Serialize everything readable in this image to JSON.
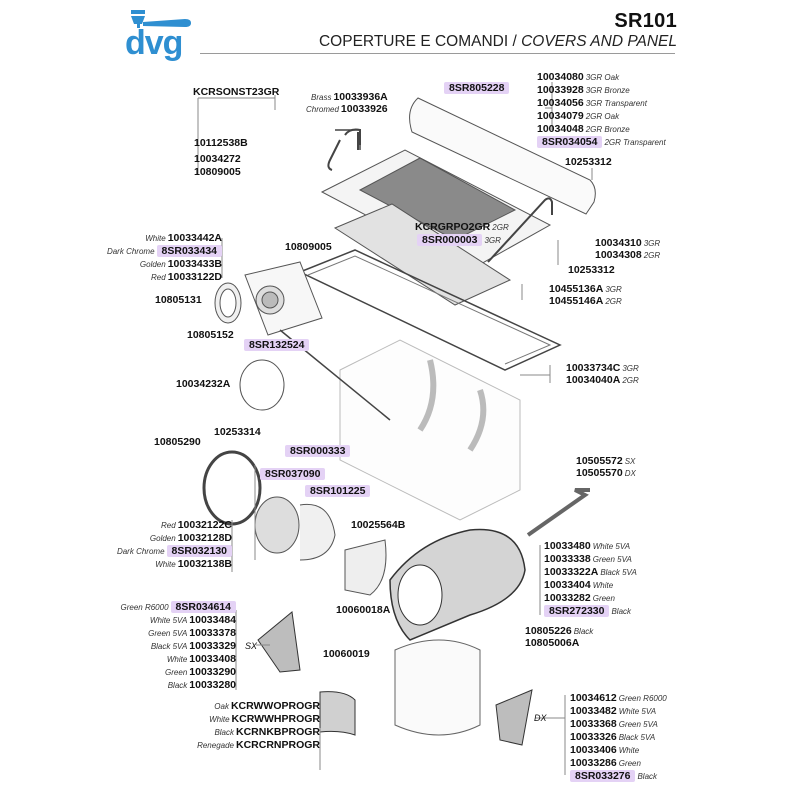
{
  "header": {
    "brand": "dvg",
    "brand_color": "#2f8fd1",
    "model": "SR101",
    "title_it": "COPERTURE E COMANDI /",
    "title_en": "COVERS AND PANEL",
    "highlight_color": "#e4d2f5"
  },
  "parts": {
    "kcrsonst": "KCRSONST23GR",
    "p10112538B": "10112538B",
    "p10034272": "10034272",
    "p10809005a": "10809005",
    "brass_note": "Brass",
    "brass": "10033936A",
    "chromed_note": "Chromed",
    "chromed": "10033926",
    "screw_top": "8SR805228",
    "panel_list": [
      {
        "code": "10034080",
        "note": "3GR Oak"
      },
      {
        "code": "10033928",
        "note": "3GR Bronze"
      },
      {
        "code": "10034056",
        "note": "3GR Transparent"
      },
      {
        "code": "10034079",
        "note": "2GR Oak"
      },
      {
        "code": "10034048",
        "note": "2GR Bronze"
      },
      {
        "code": "8SR034054",
        "note": "2GR Transparent",
        "highlight": true
      }
    ],
    "p10253312a": "10253312",
    "grid_2gr": "KCRGRPO2GR",
    "grid_2gr_note": "2GR",
    "grid_3gr": "8SR000003",
    "grid_3gr_note": "3GR",
    "p10809005b": "10809005",
    "rail_3gr": "10034310",
    "rail_3gr_note": "3GR",
    "rail_2gr": "10034308",
    "rail_2gr_note": "2GR",
    "p10253312b": "10253312",
    "mat_3gr": "10455136A",
    "mat_3gr_note": "3GR",
    "mat_2gr": "10455146A",
    "mat_2gr_note": "2GR",
    "knob_list": [
      {
        "note": "White",
        "code": "10033442A"
      },
      {
        "note": "Dark Chrome",
        "code": "8SR033434",
        "highlight": true
      },
      {
        "note": "Golden",
        "code": "10033433B"
      },
      {
        "note": "Red",
        "code": "10033122D"
      }
    ],
    "p10805131": "10805131",
    "p10805152": "10805152",
    "p8SR132524": "8SR132524",
    "frame_3gr": "10033734C",
    "frame_3gr_note": "3GR",
    "frame_2gr": "10034040A",
    "frame_2gr_note": "2GR",
    "p10034232A": "10034232A",
    "p10253314": "10253314",
    "p10805290": "10805290",
    "p8SR000333": "8SR000333",
    "p8SR037090": "8SR037090",
    "p8SR101225": "8SR101225",
    "ring_list": [
      {
        "note": "Red",
        "code": "10032122C"
      },
      {
        "note": "Golden",
        "code": "10032128D"
      },
      {
        "note": "Dark Chrome",
        "code": "8SR032130",
        "highlight": true
      },
      {
        "note": "White",
        "code": "10032138B"
      }
    ],
    "lever_sx": "10505572",
    "lever_sx_note": "SX",
    "lever_dx": "10505570",
    "lever_dx_note": "DX",
    "p10025564B": "10025564B",
    "housing_list": [
      {
        "code": "10033480",
        "note": "White 5VA"
      },
      {
        "code": "10033338",
        "note": "Green 5VA"
      },
      {
        "code": "10033322A",
        "note": "Black 5VA"
      },
      {
        "code": "10033404",
        "note": "White"
      },
      {
        "code": "10033282",
        "note": "Green"
      },
      {
        "code": "8SR272330",
        "note": "Black",
        "highlight": true
      }
    ],
    "p10060018A": "10060018A",
    "p10060019": "10060019",
    "screw_black": "10805226",
    "screw_black_note": "Black",
    "p10805006A": "10805006A",
    "side_sx_label": "SX",
    "side_sx_list": [
      {
        "note": "Green R6000",
        "code": "8SR034614",
        "highlight": true
      },
      {
        "note": "White 5VA",
        "code": "10033484"
      },
      {
        "note": "Green 5VA",
        "code": "10033378"
      },
      {
        "note": "Black 5VA",
        "code": "10033329"
      },
      {
        "note": "White",
        "code": "10033408"
      },
      {
        "note": "Green",
        "code": "10033290"
      },
      {
        "note": "Black",
        "code": "10033280"
      }
    ],
    "handle_list": [
      {
        "note": "Oak",
        "code": "KCRWWOPROGR"
      },
      {
        "note": "White",
        "code": "KCRWWHPROGR"
      },
      {
        "note": "Black",
        "code": "KCRNKBPROGR"
      },
      {
        "note": "Renegade",
        "code": "KCRCRNPROGR"
      }
    ],
    "side_dx_label": "DX",
    "side_dx_list": [
      {
        "code": "10034612",
        "note": "Green R6000"
      },
      {
        "code": "10033482",
        "note": "White 5VA"
      },
      {
        "code": "10033368",
        "note": "Green 5VA"
      },
      {
        "code": "10033326",
        "note": "Black 5VA"
      },
      {
        "code": "10033406",
        "note": "White"
      },
      {
        "code": "10033286",
        "note": "Green"
      },
      {
        "code": "8SR033276",
        "note": "Black",
        "highlight": true
      }
    ]
  }
}
